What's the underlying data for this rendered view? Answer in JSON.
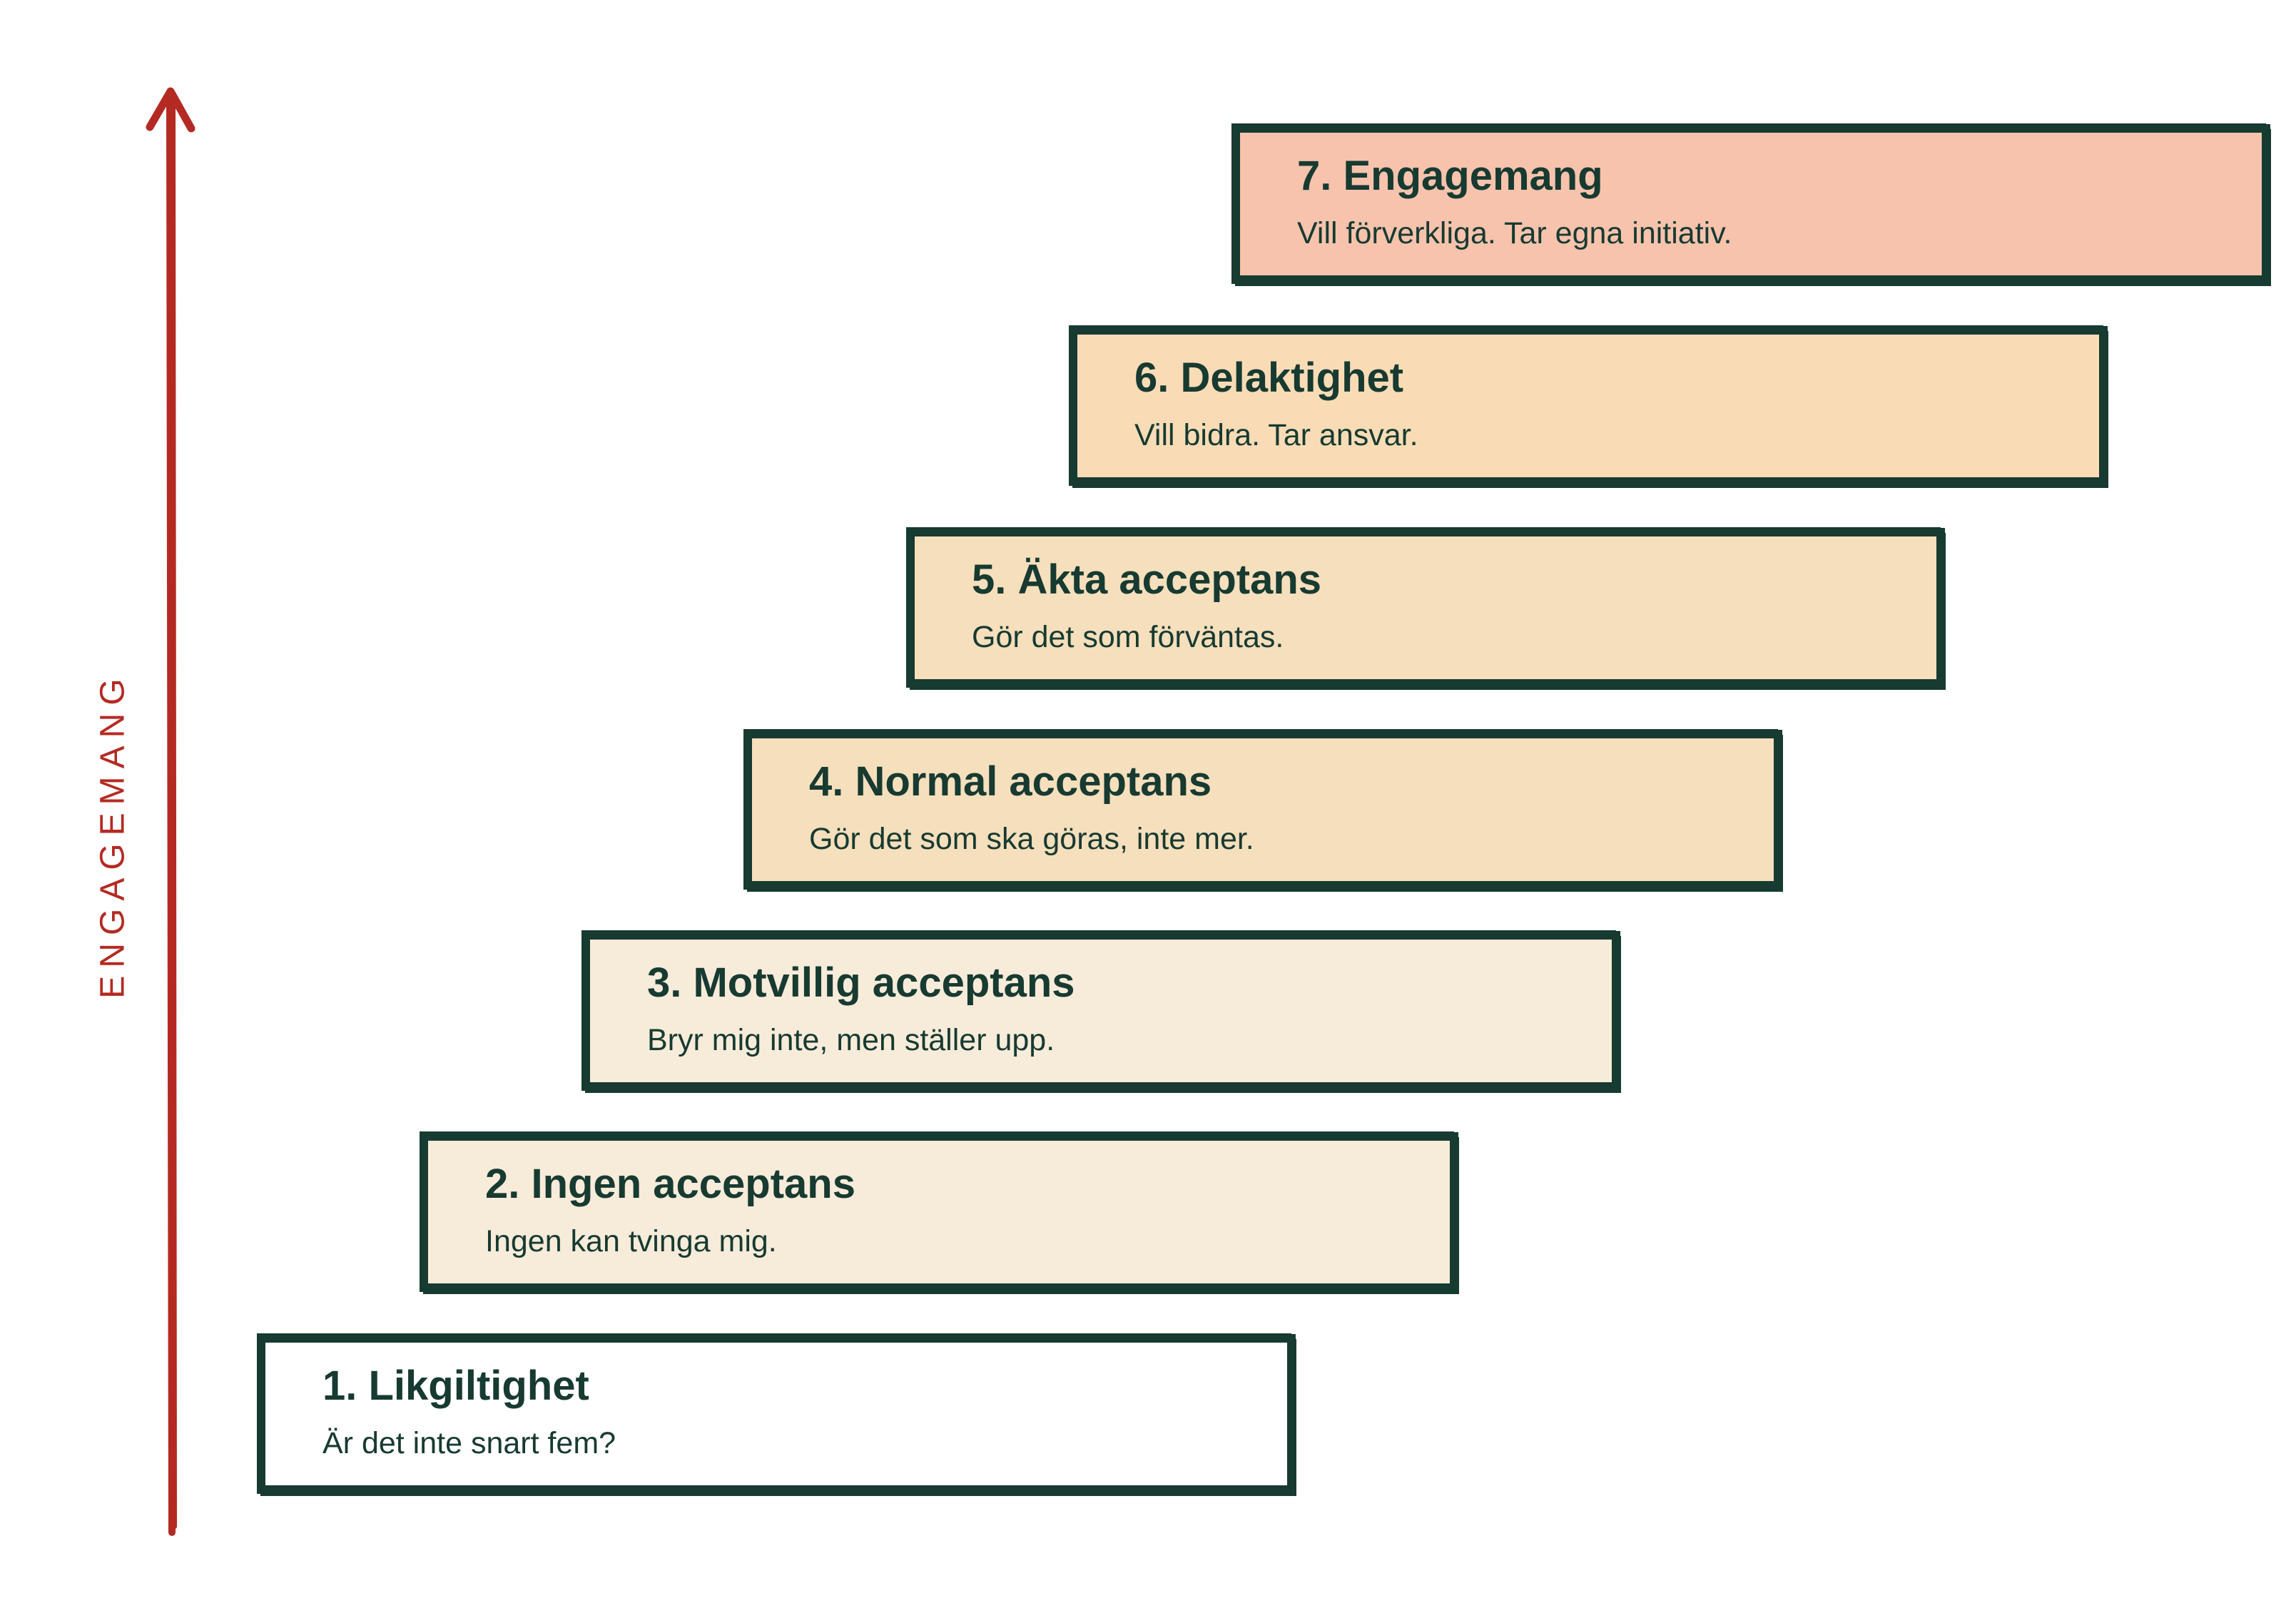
{
  "axis": {
    "label": "ENGAGEMANG",
    "color": "#b42a22"
  },
  "colors": {
    "outline": "#173a31",
    "text": "#173a31"
  },
  "steps": [
    {
      "title": "1. Likgiltighet",
      "description": "Är det inte snart fem?",
      "fill": "#ffffff"
    },
    {
      "title": "2. Ingen acceptans",
      "description": "Ingen kan tvinga mig.",
      "fill": "#f7ebda"
    },
    {
      "title": "3. Motvillig acceptans",
      "description": "Bryr mig inte, men ställer upp.",
      "fill": "#f7ebda"
    },
    {
      "title": "4. Normal acceptans",
      "description": "Gör det som ska göras, inte mer.",
      "fill": "#f6dfbc"
    },
    {
      "title": "5. Äkta acceptans",
      "description": "Gör det som förväntas.",
      "fill": "#f6dfbc"
    },
    {
      "title": "6. Delaktighet",
      "description": "Vill bidra. Tar ansvar.",
      "fill": "#f9dcb6"
    },
    {
      "title": "7. Engagemang",
      "description": "Vill förverkliga. Tar egna initiativ.",
      "fill": "#f7c3ad"
    }
  ]
}
